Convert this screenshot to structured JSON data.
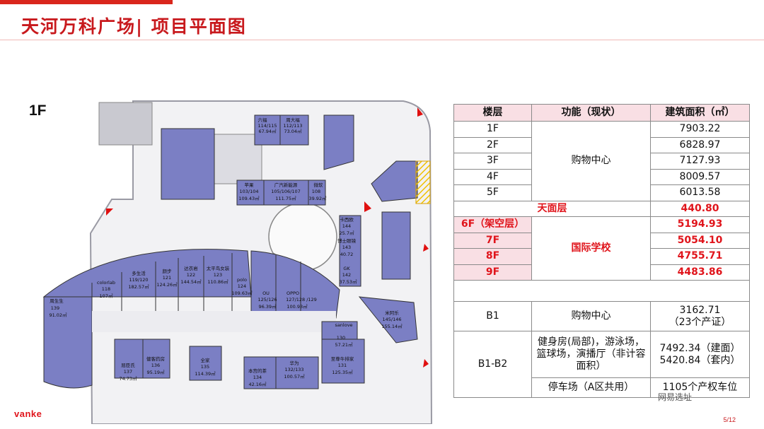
{
  "title": "天河万科广场| 项目平面图",
  "floor_label": "1F",
  "plan": {
    "shops": [
      {
        "name": "六福",
        "unit": "114/115",
        "area": "67.94㎡"
      },
      {
        "name": "周大福",
        "unit": "112/113",
        "area": "73.04㎡"
      },
      {
        "name": "苹果",
        "unit": "103/104",
        "area": "109.43㎡"
      },
      {
        "name": "广汽新能源",
        "unit": "105/106/107",
        "area": "111.75㎡"
      },
      {
        "name": "微软",
        "unit": "108",
        "area": "39.92㎡"
      },
      {
        "name": "多生活",
        "unit": "119/120",
        "area": "182.57㎡"
      },
      {
        "name": "颜步",
        "unit": "121",
        "area": "124.26㎡"
      },
      {
        "name": "达衣岩",
        "unit": "122",
        "area": "144.54㎡"
      },
      {
        "name": "太平鸟女装",
        "unit": "123",
        "area": "110.86㎡"
      },
      {
        "name": "colorlab",
        "unit": "118",
        "area": "107㎡"
      },
      {
        "name": "polo",
        "unit": "124",
        "area": "109.63㎡"
      },
      {
        "name": "OU",
        "unit": "125/126",
        "area": "96.39㎡"
      },
      {
        "name": "OPPO",
        "unit": "127/128 /129",
        "area": "100.93㎡"
      },
      {
        "name": "周生生",
        "unit": "139",
        "area": "91.02㎡"
      },
      {
        "name": "卡西欧",
        "unit": "144",
        "area": "25.7㎡"
      },
      {
        "name": "博士眼镜",
        "unit": "143",
        "area": "40.72"
      },
      {
        "name": "GK",
        "unit": "142",
        "area": "37.53㎡"
      },
      {
        "name": "米阿乐",
        "unit": "145/146",
        "area": "155.14㎡"
      },
      {
        "name": "sanlove",
        "unit": "130",
        "area": "57.21㎡"
      },
      {
        "name": "屈臣氏",
        "unit": "137",
        "area": "74.73㎡"
      },
      {
        "name": "健客药房",
        "unit": "136",
        "area": "95.19㎡"
      },
      {
        "name": "全家",
        "unit": "135",
        "area": "114.39㎡"
      },
      {
        "name": "华为",
        "unit": "132/133",
        "area": "100.57㎡"
      },
      {
        "name": "至尊牛排家",
        "unit": "131",
        "area": "125.35㎡"
      },
      {
        "name": "本宫的茶",
        "unit": "134",
        "area": "42.16㎡"
      }
    ]
  },
  "table": {
    "headers": [
      "楼层",
      "功能（现状）",
      "建筑面积（㎡）"
    ],
    "rows": [
      {
        "floor": "1F",
        "area": "7903.22"
      },
      {
        "floor": "2F",
        "area": "6828.97"
      },
      {
        "floor": "3F",
        "area": "7127.93"
      },
      {
        "floor": "4F",
        "area": "8009.57"
      },
      {
        "floor": "5F",
        "area": "6013.58"
      }
    ],
    "func_mall": "购物中心",
    "roof_label": "天面层",
    "roof_area": "440.80",
    "school_rows": [
      {
        "floor": "6F（架空层）",
        "area": "5194.93"
      },
      {
        "floor": "7F",
        "area": "5054.10"
      },
      {
        "floor": "8F",
        "area": "4755.71"
      },
      {
        "floor": "9F",
        "area": "4483.86"
      }
    ],
    "func_school": "国际学校",
    "b1_floor": "B1",
    "b1_func": "购物中心",
    "b1_area_1": "3162.71",
    "b1_area_2": "（23个产证）",
    "b12_floor": "B1-B2",
    "b12_func": "健身房(局部)，游泳场，篮球场，演播厅（非计容面积）",
    "b12_area_1": "7492.34（建面）",
    "b12_area_2": "5420.84（套内）",
    "parking_func": "停车场（A区共用）",
    "parking_count": "1105个产权车位"
  },
  "watermark": "网易选址",
  "logo": "vanke",
  "page_number": "5/12",
  "colors": {
    "brand_red": "#c8191d",
    "shop_fill": "#7b7fc4",
    "header_fill": "#f9dfe4"
  }
}
